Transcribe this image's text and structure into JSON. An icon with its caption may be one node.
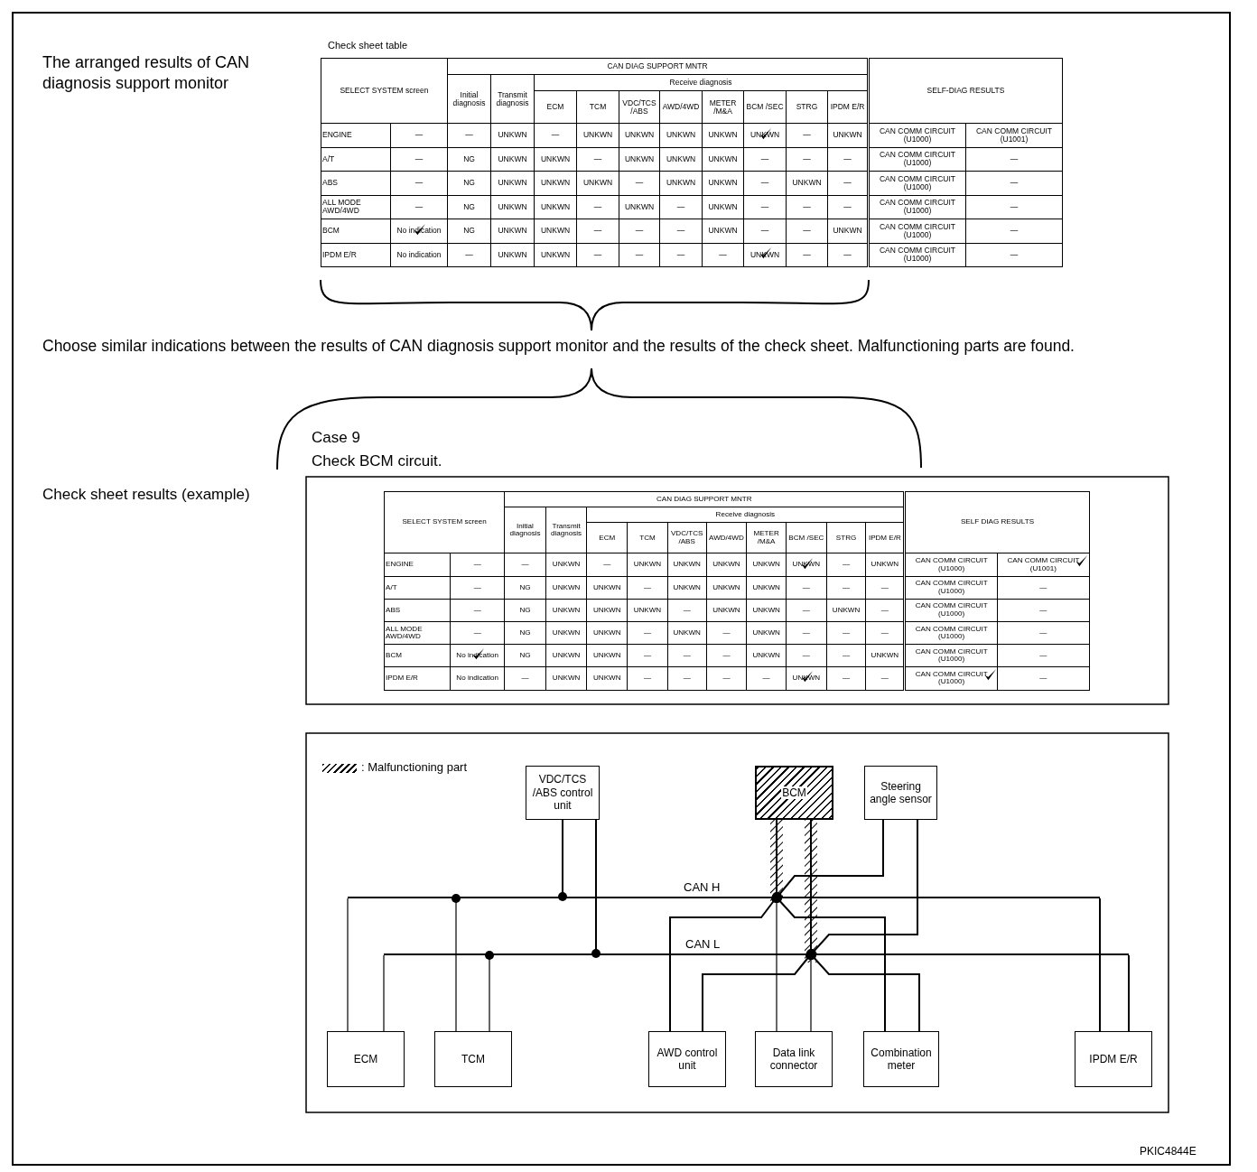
{
  "diagram": {
    "nodes": [
      {
        "text": [
          "VDC/TCS /ABS control unit"
        ]
      },
      {
        "text": [
          "BCM"
        ]
      },
      {
        "text": [
          "Steering angle sensor"
        ]
      },
      {
        "text": [],
        "shape": "bar",
        "beside": [
          "CAN H"
        ]
      },
      {
        "text": [],
        "shape": "bar",
        "beside": [
          "CAN L"
        ]
      },
      {
        "text": [
          "ECM"
        ]
      },
      {
        "text": [
          "TCM"
        ]
      },
      {
        "text": [
          "AWD control unit"
        ]
      },
      {
        "text": [
          "Data link connector"
        ]
      },
      {
        "text": [
          "Combination meter"
        ]
      },
      {
        "text": [
          "IPDM E/R"
        ]
      }
    ],
    "edges": [
      {
        "from": 0,
        "to": 3,
        "arrow": "other"
      },
      {
        "from": 0,
        "to": 4,
        "arrow": "other"
      },
      {
        "from": 1,
        "to": 3,
        "arrow": "other"
      },
      {
        "from": 1,
        "to": 4,
        "arrow": "other"
      },
      {
        "from": 2,
        "to": 3,
        "arrow": "other"
      },
      {
        "from": 2,
        "to": 4,
        "arrow": "other"
      },
      {
        "from": 5,
        "to": 3,
        "arrow": "none"
      },
      {
        "from": 5,
        "to": 4,
        "arrow": "none"
      },
      {
        "from": 6,
        "to": 3,
        "arrow": "other"
      },
      {
        "from": 6,
        "to": 4,
        "arrow": "other"
      },
      {
        "from": 7,
        "to": 3,
        "arrow": "other"
      },
      {
        "from": 7,
        "to": 4,
        "arrow": "other"
      },
      {
        "from": 8,
        "to": 3,
        "arrow": "other"
      },
      {
        "from": 8,
        "to": 4,
        "arrow": "other"
      },
      {
        "from": 9,
        "to": 3,
        "arrow": "other"
      },
      {
        "from": 9,
        "to": 4,
        "arrow": "other"
      },
      {
        "from": 10,
        "to": 3,
        "arrow": "none"
      },
      {
        "from": 10,
        "to": 4,
        "arrow": "none"
      }
    ],
    "labels": [
      "The arranged results of CAN diagnosis support monitor",
      "Check sheet table",
      "SELECT SYSTEM screen",
      "CAN DIAG SUPPORT MNTR",
      "SELF-DIAG RESULTS",
      "Initial diagnosis",
      "Transmit diagnosis",
      "Receive diagnosis",
      "ECM",
      "TCM",
      "VDC/TCS /ABS",
      "AWD/4WD",
      "METER /M&A",
      "BCM /SEC",
      "STRG",
      "IPDM E/R",
      "ENGINE",
      "—",
      "—",
      "UNKWN",
      "—",
      "UNKWN",
      "UNKWN",
      "UNKWN",
      "UNKWN",
      "UNKWN",
      "—",
      "UNKWN",
      "CAN COMM CIRCUIT (U1000)",
      "CAN COMM CIRCUIT (U1001)",
      "A/T",
      "—",
      "NG",
      "UNKWN",
      "UNKWN",
      "—",
      "UNKWN",
      "UNKWN",
      "UNKWN",
      "—",
      "—",
      "—",
      "CAN COMM CIRCUIT (U1000)",
      "—",
      "ABS",
      "—",
      "NG",
      "UNKWN",
      "UNKWN",
      "UNKWN",
      "—",
      "UNKWN",
      "UNKWN",
      "—",
      "UNKWN",
      "—",
      "CAN COMM CIRCUIT (U1000)",
      "—",
      "ALL MODE AWD/4WD",
      "—",
      "NG",
      "UNKWN",
      "UNKWN",
      "—",
      "UNKWN",
      "—",
      "UNKWN",
      "—",
      "—",
      "—",
      "CAN COMM CIRCUIT (U1000)",
      "—",
      "BCM",
      "No indication",
      "NG",
      "UNKWN",
      "UNKWN",
      "—",
      "—",
      "—",
      "UNKWN",
      "—",
      "—",
      "UNKWN",
      "CAN COMM CIRCUIT (U1000)",
      "—",
      "IPDM E/R",
      "No indication",
      "—",
      "UNKWN",
      "UNKWN",
      "—",
      "—",
      "—",
      "—",
      "UNKWN",
      "—",
      "—",
      "CAN COMM CIRCUIT (U1000)",
      "—",
      "Choose similar indications between the results of CAN diagnosis support monitor and the results of the check sheet. Malfunctioning parts are found.",
      "Case 9",
      "Check BCM circuit.",
      "Check sheet results (example)",
      "SELECT SYSTEM screen",
      "CAN DIAG SUPPORT MNTR",
      "SELF DIAG RESULTS",
      "Initial diagnosis",
      "Transmit diagnosis",
      "Receive diagnosis",
      "ECM",
      "TCM",
      "VDC/TCS /ABS",
      "AWD/4WD",
      "METER /M&A",
      "BCM /SEC",
      "STRG",
      "IPDM E/R",
      "ENGINE",
      "—",
      "—",
      "UNKWN",
      "—",
      "UNKWN",
      "UNKWN",
      "UNKWN",
      "UNKWN",
      "UNKWN",
      "—",
      "UNKWN",
      "CAN COMM CIRCUIT (U1000)",
      "CAN COMM CIRCUIT (U1001)",
      "A/T",
      "—",
      "NG",
      "UNKWN",
      "UNKWN",
      "—",
      "UNKWN",
      "UNKWN",
      "UNKWN",
      "—",
      "—",
      "—",
      "CAN COMM CIRCUIT (U1000)",
      "—",
      "ABS",
      "—",
      "NG",
      "UNKWN",
      "UNKWN",
      "UNKWN",
      "—",
      "UNKWN",
      "UNKWN",
      "—",
      "UNKWN",
      "—",
      "CAN COMM CIRCUIT (U1000)",
      "—",
      "ALL MODE AWD/4WD",
      "—",
      "NG",
      "UNKWN",
      "UNKWN",
      "—",
      "UNKWN",
      "—",
      "UNKWN",
      "—",
      "—",
      "—",
      "CAN COMM CIRCUIT (U1000)",
      "—",
      "BCM",
      "No indication",
      "NG",
      "UNKWN",
      "UNKWN",
      "—",
      "—",
      "—",
      "UNKWN",
      "—",
      "—",
      "UNKWN",
      "CAN COMM CIRCUIT (U1000)",
      "—",
      "IPDM E/R",
      "No indication",
      "—",
      "UNKWN",
      "UNKWN",
      "—",
      "—",
      "—",
      "—",
      "UNKWN",
      "—",
      "—",
      "CAN COMM CIRCUIT (U1000)",
      "—",
      "PKIC4844E"
    ],
    "legend": [
      {
        "text": ": Malfunctioning part"
      }
    ]
  }
}
